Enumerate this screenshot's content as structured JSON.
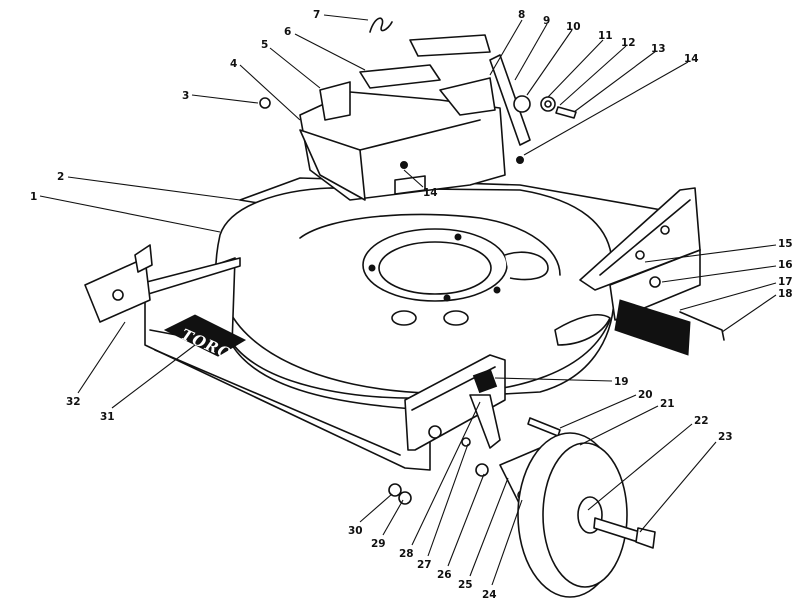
{
  "logo_text": "TORO",
  "callouts": [
    "1",
    "2",
    "3",
    "4",
    "5",
    "6",
    "7",
    "8",
    "9",
    "10",
    "11",
    "12",
    "13",
    "14",
    "14",
    "15",
    "16",
    "17",
    "18",
    "19",
    "20",
    "21",
    "22",
    "23",
    "24",
    "25",
    "26",
    "27",
    "28",
    "29",
    "30",
    "31",
    "32"
  ]
}
